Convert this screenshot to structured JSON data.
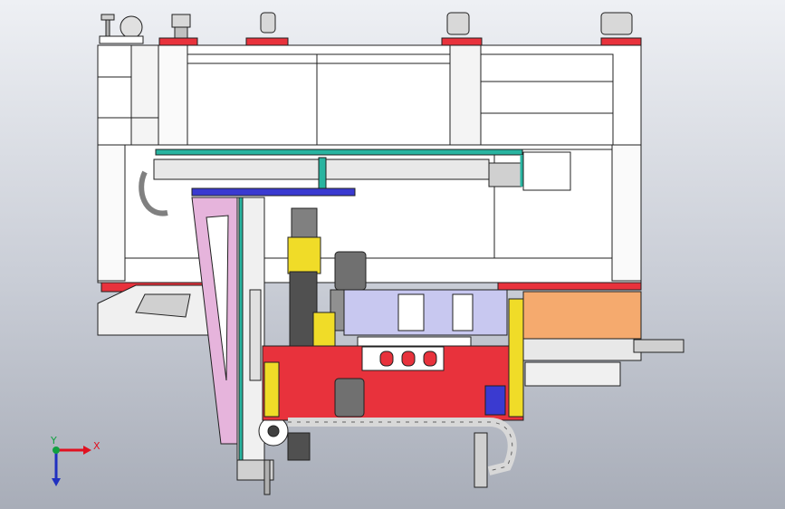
{
  "viewport": {
    "view": "cad-assembly-front"
  },
  "triad": {
    "x_label": "X",
    "y_label": "Y",
    "x_color": "#e01020",
    "y_color": "#10a040",
    "z_color": "#2030c0"
  },
  "colors": {
    "frame": "#ffffff",
    "stroke": "#202020",
    "red": "#e8323c",
    "blue": "#3a3ad0",
    "teal": "#28b4a0",
    "pink": "#e6b4dc",
    "orange": "#f5aa6e",
    "yellow": "#f0dc28",
    "lavender": "#c8c8f0",
    "grey": "#b4b4b4"
  }
}
